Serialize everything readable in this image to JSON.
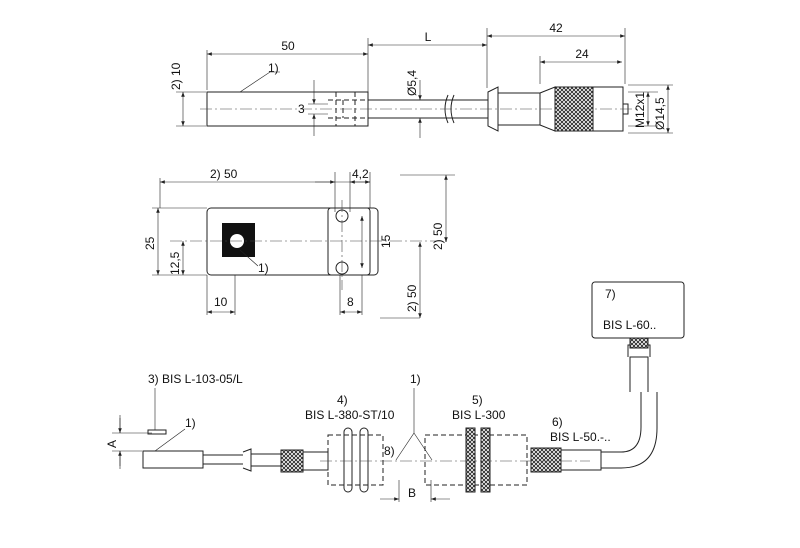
{
  "top_view": {
    "len_body": "50",
    "len_cable": "L",
    "len_conn": "42",
    "len_nut": "24",
    "height": "2) 10",
    "ref_1": "1)",
    "slot": "3",
    "cable_dia": "Ø5,4",
    "thread": "M12x1",
    "conn_dia": "Ø14,5"
  },
  "front_view": {
    "width": "2) 50",
    "hole_dist": "4,2",
    "height": "25",
    "center": "12,5",
    "ref_1": "1)",
    "hole_pitch": "15",
    "right_dim_upper": "2) 50",
    "right_dim_lower": "2) 50",
    "bottom_left": "10",
    "bottom_right": "8"
  },
  "assembly": {
    "item3": "3) BIS L-103-05/L",
    "ref_1a": "1)",
    "dim_a": "A",
    "item4_num": "4)",
    "item4": "BIS L-380-ST/10",
    "ref_1b": "1)",
    "item8": "8)",
    "item5_num": "5)",
    "item5": "BIS L-300",
    "dim_b": "B",
    "item6_num": "6)",
    "item6": "BIS L-50.-..",
    "item7_num": "7)",
    "item7": "BIS L-60.."
  }
}
